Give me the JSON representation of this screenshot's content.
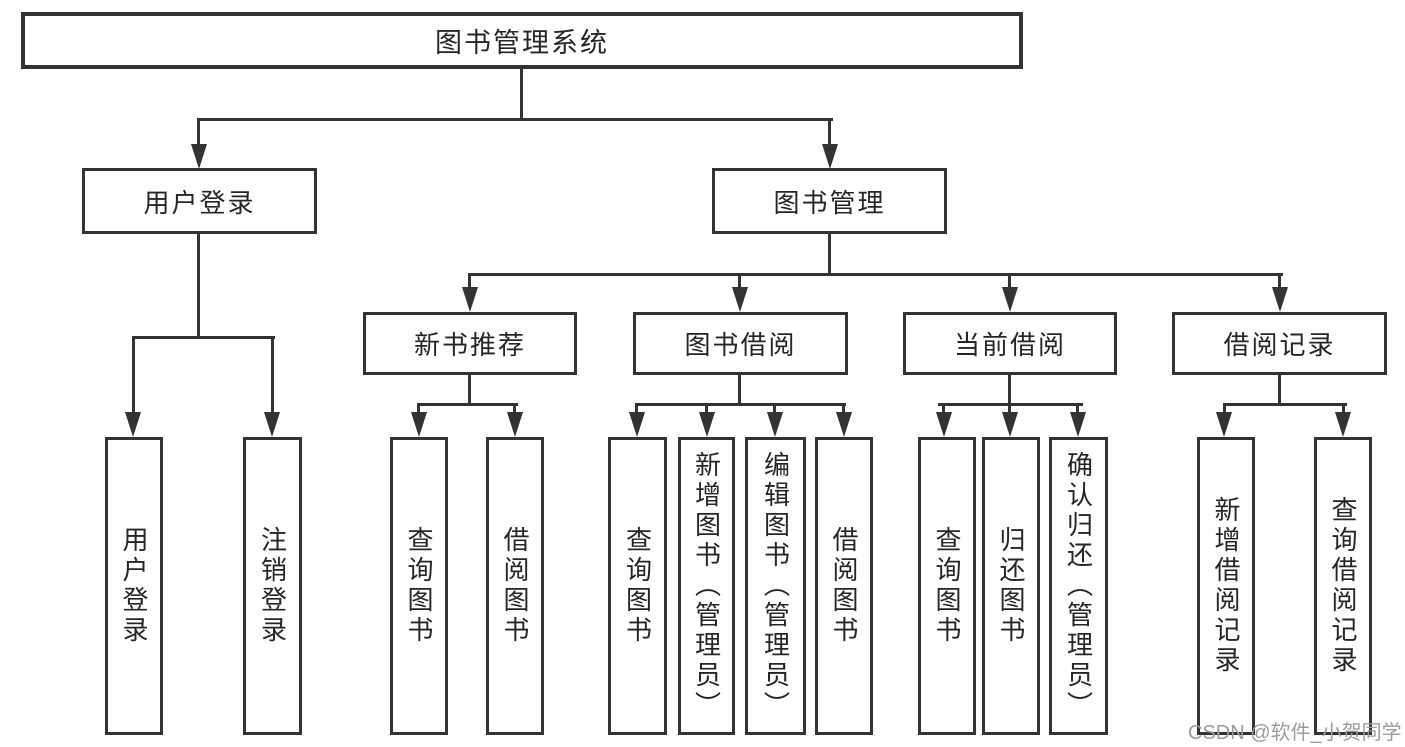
{
  "diagram": {
    "root": {
      "label": "图书管理系统"
    },
    "level2": [
      {
        "label": "用户登录"
      },
      {
        "label": "图书管理"
      }
    ],
    "level3": [
      {
        "label": "新书推荐"
      },
      {
        "label": "图书借阅"
      },
      {
        "label": "当前借阅"
      },
      {
        "label": "借阅记录"
      }
    ],
    "leaves": [
      {
        "label": "用户登录"
      },
      {
        "label": "注销登录"
      },
      {
        "label": "查询图书"
      },
      {
        "label": "借阅图书"
      },
      {
        "label": "查询图书"
      },
      {
        "label": "新增图书（管理员）"
      },
      {
        "label": "编辑图书（管理员）"
      },
      {
        "label": "借阅图书"
      },
      {
        "label": "查询图书"
      },
      {
        "label": "归还图书"
      },
      {
        "label": "确认归还（管理员）"
      },
      {
        "label": "新增借阅记录"
      },
      {
        "label": "查询借阅记录"
      }
    ]
  },
  "watermark": "CSDN @软件_小贺同学",
  "colors": {
    "line": "#333333",
    "text": "#262626",
    "watermark": "#9c9c9c",
    "background": "#ffffff"
  }
}
